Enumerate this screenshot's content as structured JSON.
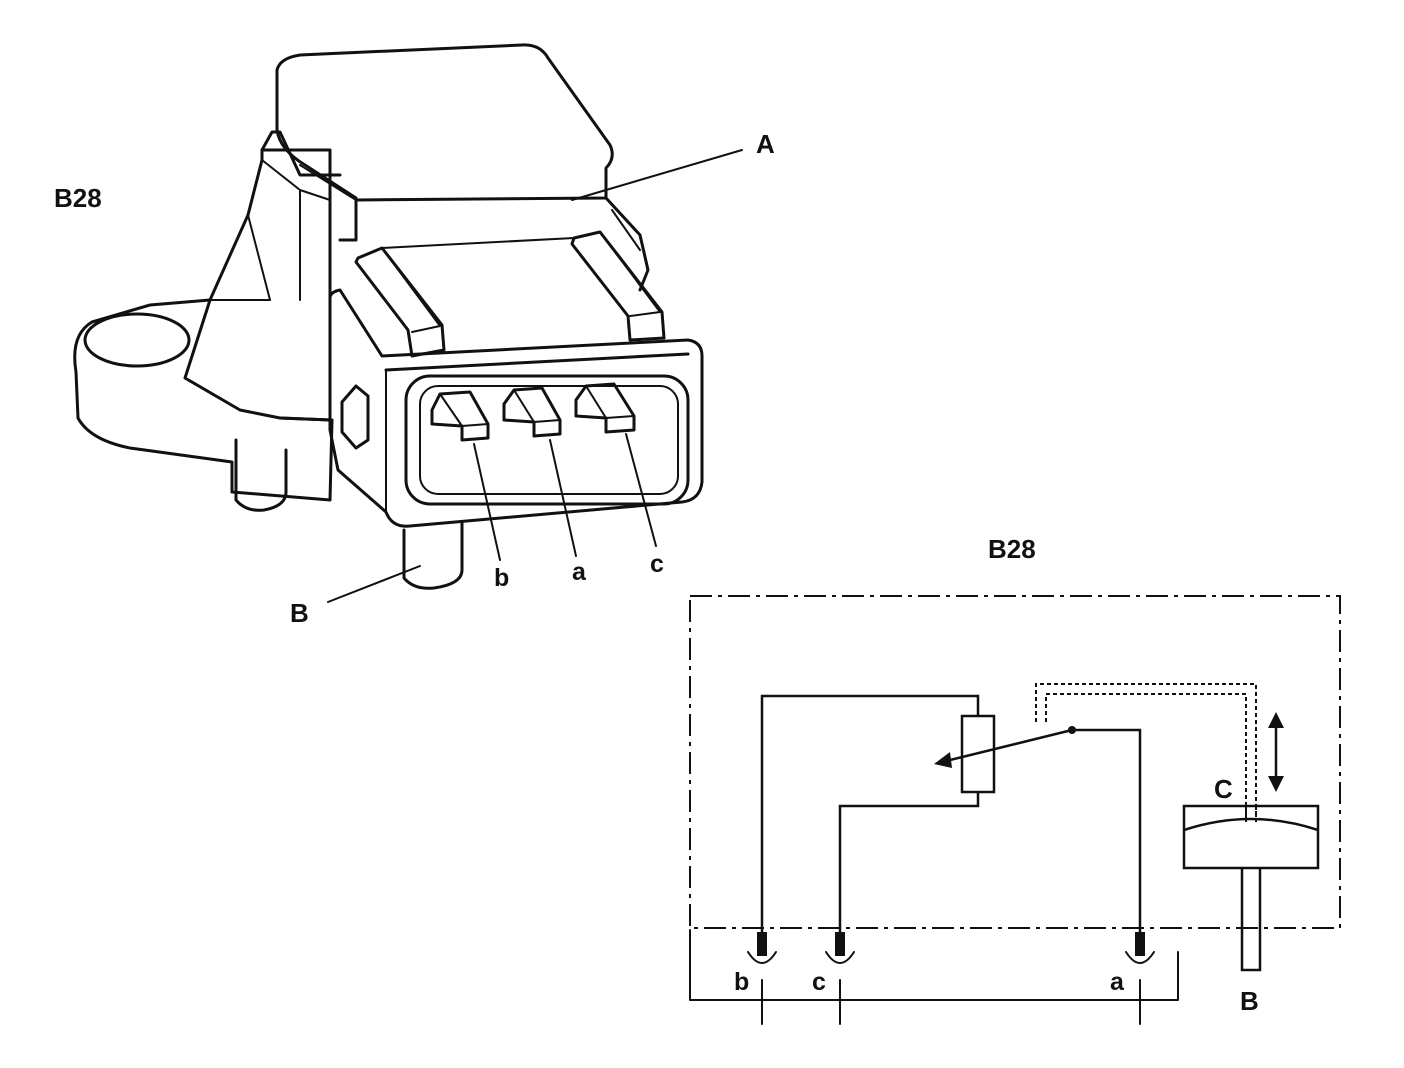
{
  "component_drawing": {
    "component_id": "B28",
    "callouts": {
      "housing": "A",
      "pressure_port": "B",
      "pin_left": "b",
      "pin_middle": "a",
      "pin_right": "c"
    }
  },
  "schematic": {
    "component_id": "B28",
    "terminals": {
      "left": "b",
      "second": "c",
      "right": "a"
    },
    "pressure_port": "B",
    "chamber": "C"
  },
  "colors": {
    "ink": "#111111",
    "background": "#ffffff"
  }
}
